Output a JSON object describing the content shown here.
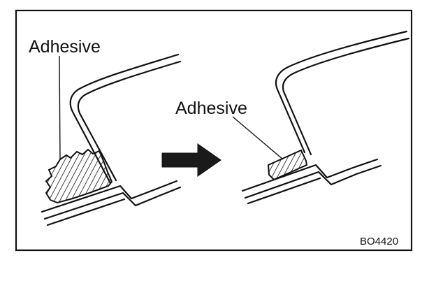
{
  "labels": {
    "left_adhesive": "Adhesive",
    "right_adhesive": "Adhesive",
    "figure_code": "BO4420"
  },
  "colors": {
    "ink": "#111111",
    "arrow_fill": "#1a1a1a",
    "background": "#ffffff"
  },
  "icons": {
    "transition": "right-arrow-icon"
  }
}
